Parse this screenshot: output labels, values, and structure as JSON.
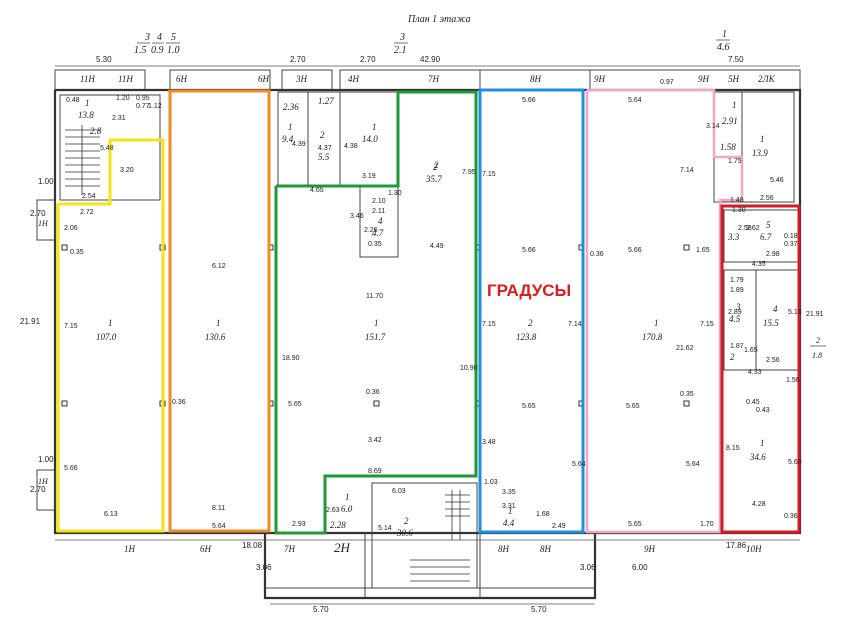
{
  "title": "План 1 этажа",
  "highlight_label": "ГРАДУСЫ",
  "colors": {
    "yellow": "#f2e417",
    "orange": "#f08a24",
    "green": "#1e9a34",
    "blue": "#1f8ee0",
    "pink": "#f2a7c8",
    "red": "#d21c23",
    "wall": "#333333"
  },
  "top_marks": [
    {
      "frac_top": "3",
      "frac_bot": "1.5"
    },
    {
      "frac_top": "4",
      "frac_bot": "0.9"
    },
    {
      "frac_top": "5",
      "frac_bot": "1.0"
    },
    {
      "frac_top": "3",
      "frac_bot": "2.1"
    },
    {
      "frac_top": "1",
      "frac_bot": "4.6"
    }
  ],
  "top_dims": [
    "5.30",
    "2.70",
    "2.70",
    "42.90",
    "7.50"
  ],
  "axes_top": [
    "11Н",
    "11Н",
    "6Н",
    "6Н",
    "3Н",
    "4Н",
    "7Н",
    "8Н",
    "9Н",
    "9Н",
    "5Н",
    "2ЛК"
  ],
  "axes_bottom": [
    "1Н",
    "6Н",
    "7Н",
    "2Н",
    "8Н",
    "8Н",
    "9Н",
    "10Н"
  ],
  "left_axes": [
    "1Н",
    "1Н"
  ],
  "bottom_dims": [
    "18.08",
    "17.86",
    "6.00",
    "5.70",
    "5.70"
  ],
  "side_dims": [
    "1.00",
    "2.70",
    "21.91",
    "1.00",
    "2.70",
    "3.06",
    "3.06"
  ],
  "right_mark": {
    "frac_top": "2",
    "frac_bot": "1.8"
  },
  "rooms": [
    {
      "num": "1",
      "area": "107.0"
    },
    {
      "num": "1",
      "area": "130.6"
    },
    {
      "num": "1",
      "area": "151.7"
    },
    {
      "num": "2",
      "area": "123.8"
    },
    {
      "num": "1",
      "area": "170.8"
    },
    {
      "num": "1",
      "area": "34.6"
    },
    {
      "num": "4",
      "area": "15.5"
    },
    {
      "num": "3",
      "area": "4.5"
    },
    {
      "num": "5",
      "area": "6.7"
    },
    {
      "num": "1",
      "area": "13.9"
    },
    {
      "num": "1",
      "area": "9.4"
    },
    {
      "num": "1",
      "area": "14.0"
    },
    {
      "num": "2",
      "area": "35.7"
    },
    {
      "num": "4",
      "area": "4.7"
    },
    {
      "num": "1",
      "area": "13.8"
    },
    {
      "num": "1",
      "area": "6.0"
    },
    {
      "num": "2",
      "area": "30.6"
    },
    {
      "num": "1",
      "area": "4.4"
    }
  ],
  "small_labels": [
    "2.8",
    "2.36",
    "1.27",
    "2",
    "5.5",
    "3.3",
    "1.58",
    "2.91",
    "2.28",
    "1",
    "2",
    "2"
  ],
  "interior_dims": [
    "0.48",
    "1.20",
    "0.95",
    "0.77",
    "1.12",
    "2.31",
    "5.48",
    "3.20",
    "2.54",
    "2.72",
    "2.06",
    "0.35",
    "7.15",
    "5.66",
    "6.13",
    "6.12",
    "0.36",
    "8.11",
    "5.64",
    "4.39",
    "4.37",
    "4.38",
    "3.19",
    "4.65",
    "3.46",
    "2.11",
    "2.10",
    "1.30",
    "2.26",
    "0.35",
    "4.49",
    "7.95",
    "11.70",
    "18.90",
    "0.36",
    "5.65",
    "3.42",
    "8.69",
    "10.90",
    "6.03",
    "2.63",
    "2.93",
    "5.14",
    "5.66",
    "7.15",
    "5.66",
    "7.15",
    "7.14",
    "5.65",
    "5.64",
    "3.48",
    "3.35",
    "3.31",
    "1.03",
    "1.68",
    "2.49",
    "5.64",
    "7.14",
    "5.66",
    "0.36",
    "1.65",
    "21.62",
    "7.15",
    "0.35",
    "5.65",
    "5.64",
    "5.65",
    "1.70",
    "0.97",
    "3.14",
    "1.75",
    "5.46",
    "2.56",
    "1.48",
    "1.30",
    "2.58",
    "2.62",
    "0.18",
    "0.37",
    "2.98",
    "4.35",
    "1.79",
    "1.89",
    "2.89",
    "1.87",
    "1.65",
    "2.56",
    "4.33",
    "5.18",
    "21.91",
    "1.56",
    "0.45",
    "0.43",
    "8.15",
    "5.60",
    "4.28",
    "0.36"
  ]
}
